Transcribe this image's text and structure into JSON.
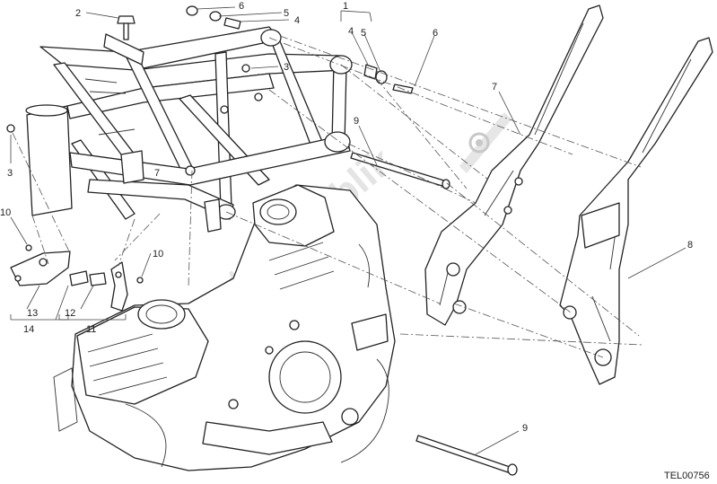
{
  "diagram": {
    "reference_code": "TEL00756",
    "watermark_text": "PartsRepublik",
    "callouts": {
      "c1": "1",
      "c2": "2",
      "c3a": "3",
      "c3b": "3",
      "c4a": "4",
      "c4b": "4",
      "c5a": "5",
      "c5b": "5",
      "c6a": "6",
      "c6b": "6",
      "c7a": "7",
      "c7b": "7",
      "c8": "8",
      "c9a": "9",
      "c9b": "9",
      "c10a": "10",
      "c10b": "10",
      "c11": "11",
      "c12": "12",
      "c13": "13",
      "c14": "14"
    }
  }
}
